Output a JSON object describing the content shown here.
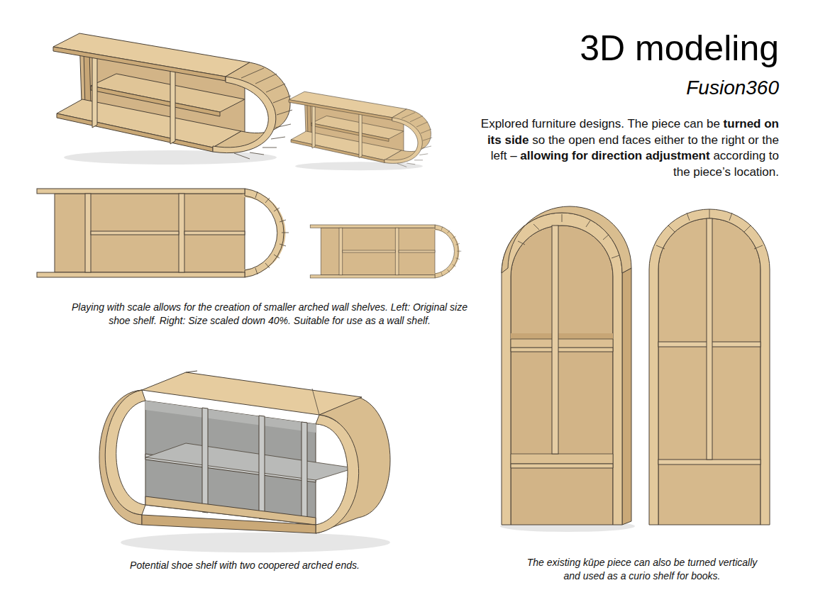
{
  "diagram": {
    "title": "3D modeling",
    "labels": [
      "Fusion360",
      "Explored furniture designs.  The piece can be",
      "turned on its side",
      "so the open end faces either to the right or the left –",
      "allowing for direction adjustment",
      "according to the piece’s location.",
      "Playing with scale allows for the creation of smaller arched wall shelves. Left: Original size shoe shelf. Right: Size scaled down 40%. Suitable for use as a wall shelf.",
      "Potential shoe shelf with two coopered arched ends.",
      "The existing kūpe piece can also be turned vertically and used as a curio shelf for books."
    ]
  }
}
